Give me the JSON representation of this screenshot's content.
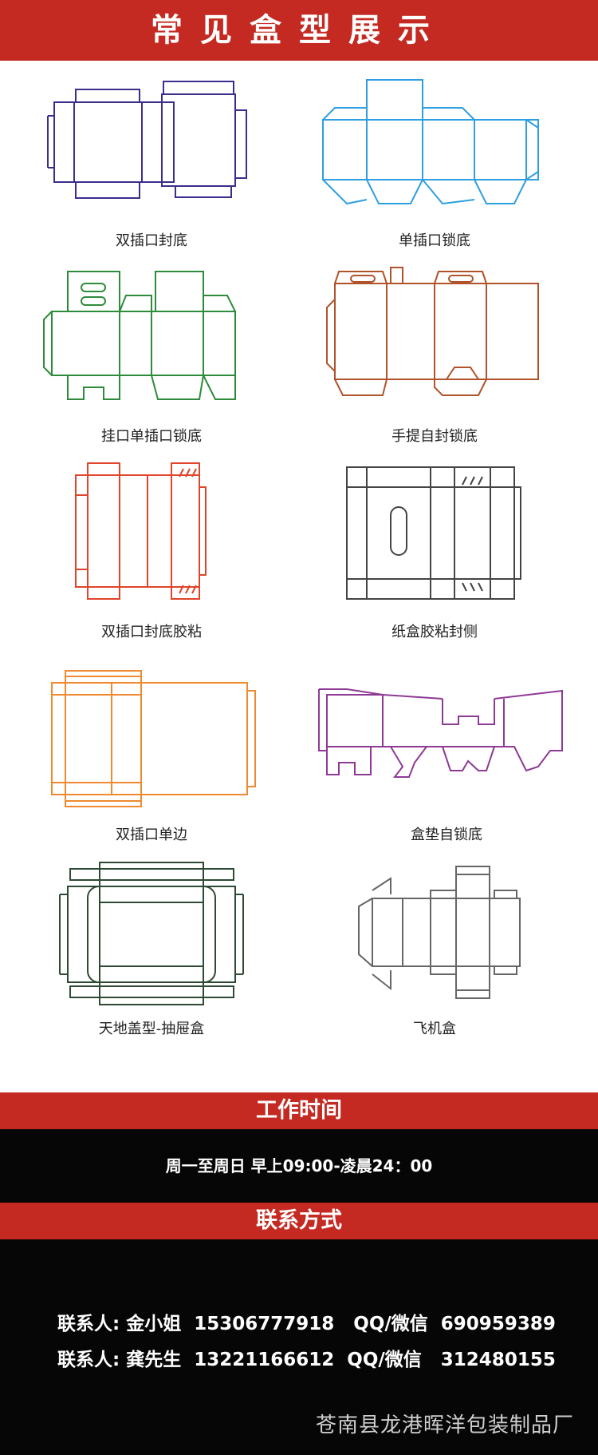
{
  "header": {
    "title": "常见盒型展示"
  },
  "box_types": [
    {
      "label": "双插口封底",
      "color": "#3a2e8c",
      "icon": "double-tuck-bottom-dieline"
    },
    {
      "label": "单插口锁底",
      "color": "#2e9fe0",
      "icon": "single-tuck-lock-bottom-dieline"
    },
    {
      "label": "挂口单插口锁底",
      "color": "#2e8b3a",
      "icon": "hanger-tuck-lock-bottom-dieline"
    },
    {
      "label": "手提自封锁底",
      "color": "#b0532a",
      "icon": "handle-self-lock-bottom-dieline"
    },
    {
      "label": "双插口封底胶粘",
      "color": "#e0442a",
      "icon": "double-tuck-glued-dieline"
    },
    {
      "label": "纸盒胶粘封侧",
      "color": "#444444",
      "icon": "glued-side-dieline"
    },
    {
      "label": "双插口单边",
      "color": "#f08a30",
      "icon": "double-tuck-single-edge-dieline"
    },
    {
      "label": "盒垫自锁底",
      "color": "#8e3a94",
      "icon": "tray-self-lock-dieline"
    },
    {
      "label": "天地盖型-抽屉盒",
      "color": "#2f4a34",
      "icon": "lid-drawer-box-dieline"
    },
    {
      "label": "飞机盒",
      "color": "#666666",
      "icon": "mailer-box-dieline"
    }
  ],
  "hours": {
    "title": "工作时间",
    "text": "周一至周日 早上09:00-凌晨24：00"
  },
  "contact": {
    "title": "联系方式",
    "lines": [
      "联系人: 金小姐  15306777918   QQ/微信  690959389",
      "联系人: 龚先生  13221166612  QQ/微信   312480155"
    ],
    "company": "苍南县龙港晖洋包装制品厂"
  }
}
